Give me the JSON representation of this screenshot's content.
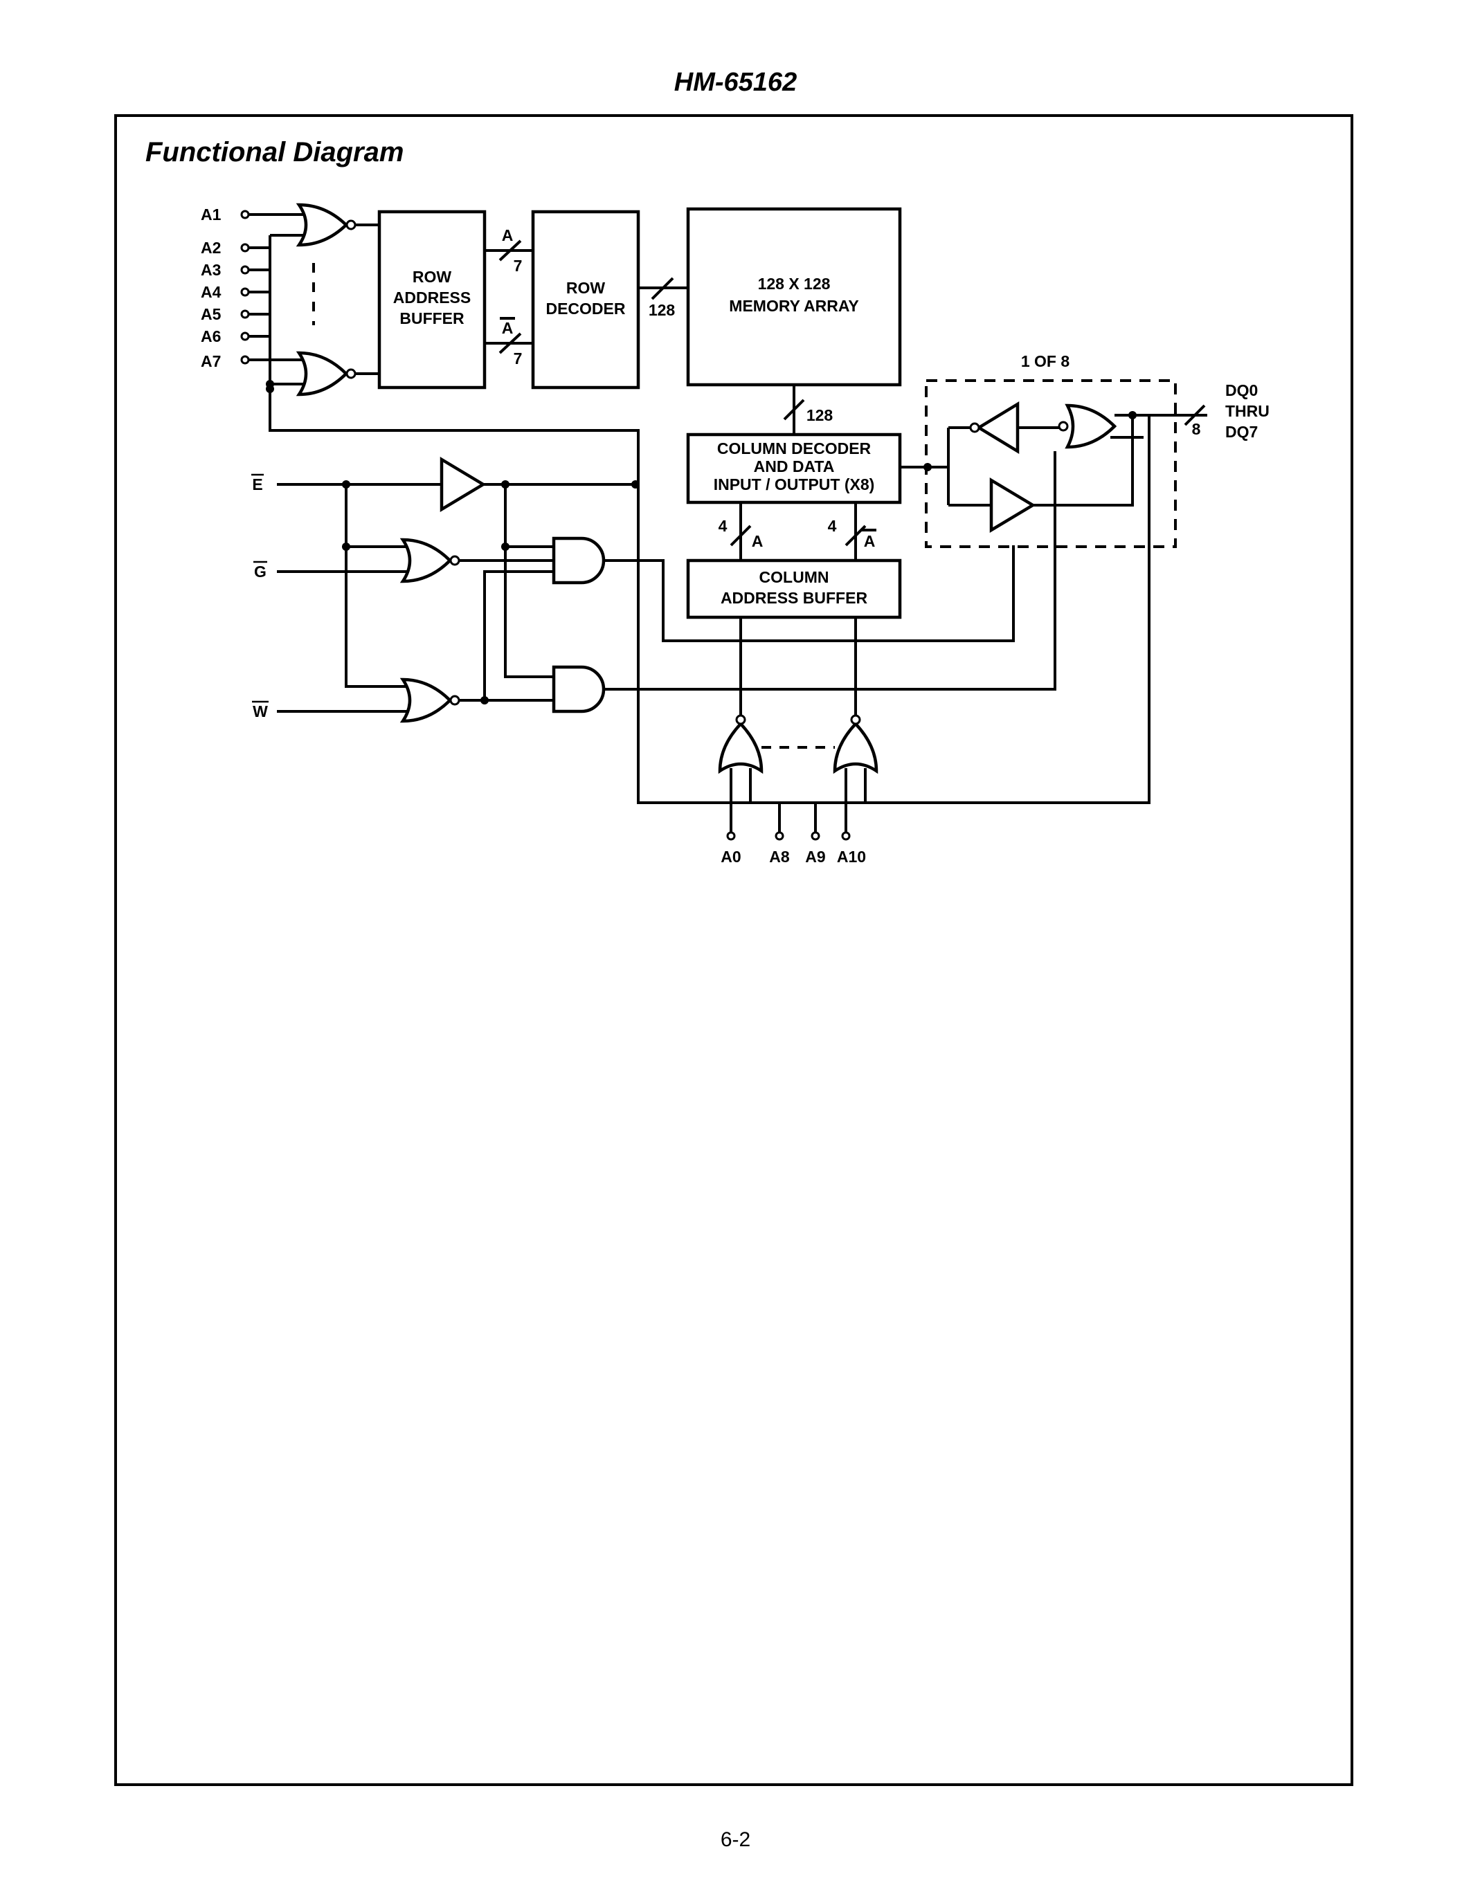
{
  "page": {
    "header_title": "HM-65162",
    "section_title": "Functional Diagram",
    "page_number": "6-2"
  },
  "diagram": {
    "address_pins": [
      "A1",
      "A2",
      "A3",
      "A4",
      "A5",
      "A6",
      "A7"
    ],
    "control_pins": [
      "E",
      "G",
      "W"
    ],
    "column_address_pins": [
      "A0",
      "A8",
      "A9",
      "A10"
    ],
    "blocks": {
      "row_address_buffer": [
        "ROW",
        "ADDRESS",
        "BUFFER"
      ],
      "row_decoder": [
        "ROW",
        "DECODER"
      ],
      "memory_array": [
        "128 X 128",
        "MEMORY ARRAY"
      ],
      "column_decoder": [
        "COLUMN DECODER",
        "AND DATA",
        "INPUT / OUTPUT (X8)"
      ],
      "column_address_buffer": [
        "COLUMN",
        "ADDRESS BUFFER"
      ]
    },
    "bus_labels": {
      "row_true": "A",
      "row_true_width": "7",
      "row_comp": "A",
      "row_comp_width": "7",
      "decoder_to_array": "128",
      "array_to_column": "128",
      "col_left_width": "4",
      "col_left": "A",
      "col_right_width": "4",
      "col_right": "A",
      "dq_width": "8"
    },
    "io_group_label": "1 OF 8",
    "dq_labels": [
      "DQ0",
      "THRU",
      "DQ7"
    ]
  }
}
